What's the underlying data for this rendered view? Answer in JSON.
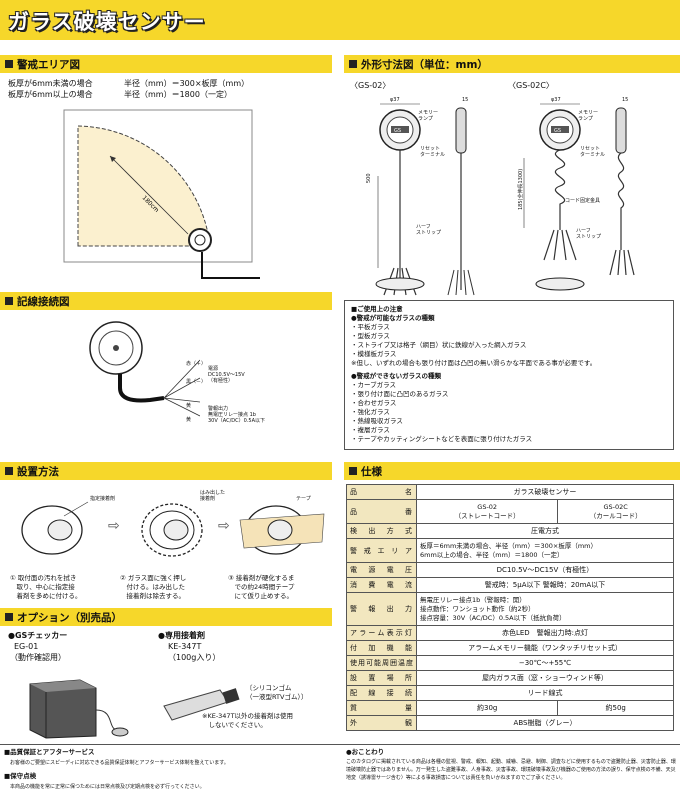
{
  "title": "ガラス破壊センサー",
  "alarm_area": {
    "heading": "警戒エリア図",
    "line1_label": "板厚が6mm未満の場合",
    "line1_value": "半径（mm）＝300×板厚（mm）",
    "line2_label": "板厚が6mm以上の場合",
    "line2_value": "半径（mm）＝1800（一定）",
    "radius_label": "180cm"
  },
  "dimensions": {
    "heading": "外形寸法図（単位：mm）",
    "left_model": "〈GS-02〉",
    "right_model": "〈GS-02C〉",
    "phi": "φ37",
    "depth": "15",
    "memory_lamp": "メモリー\nランプ",
    "reset_terminal": "リセット\nターミナル",
    "cord_len": "500",
    "cord_len_c": "185(全伸長1300)",
    "cord_fix": "コード固定金具",
    "half_strip": "ハーフ\nストリップ",
    "logo": "GS"
  },
  "wiring": {
    "heading": "記線接続図",
    "t1": "赤（＋）",
    "t2": "黒（－）",
    "t3": "黄",
    "t4": "黄",
    "power": "電源\nDC10.5V～15V\n（有極性）",
    "output": "警報出力\n無電圧リレー接点 1b\n30V（AC/DC）0.5A以下"
  },
  "usage": {
    "title": "■ご使用上の注意",
    "ok_head": "●警戒が可能なガラスの種類",
    "ok_items": [
      "・平板ガラス",
      "・型板ガラス",
      "・ストライプ又は格子（網目）状に鉄線が入った網入ガラス",
      "・模様板ガラス"
    ],
    "ok_note": "※但し、いずれの場合も張り付け面は凸凹の無い滑らかな平面である事が必要です。",
    "ng_head": "●警戒ができないガラスの種類",
    "ng_items": [
      "・カーブガラス",
      "・張り付け面に凸凹のあるガラス",
      "・合わせガラス",
      "・強化ガラス",
      "・熱線吸収ガラス",
      "・複層ガラス",
      "・テープやカッティングシートなどを表面に張り付けたガラス"
    ]
  },
  "install": {
    "heading": "設置方法",
    "lbl_adhesive": "指定接着剤",
    "lbl_overflow": "はみ出した\n接着剤",
    "lbl_tape": "テープ",
    "step1": "① 取付面の汚れを拭き\n　取り、中心に指定接\n　着剤を多めに付ける。",
    "step2": "② ガラス面に強く押し\n　付ける。はみ出した\n　接着剤は除去する。",
    "step3": "③ 接着剤が硬化するま\n　での約24時間テープ\n　にて仮り止めする。"
  },
  "options": {
    "heading": "オプション（別売品）",
    "checker_title": "●GSチェッカー",
    "checker_model": "EG-01",
    "checker_note": "（動作確認用）",
    "glue_title": "●専用接着剤",
    "glue_model": "KE-347T",
    "glue_note": "（100g入り）",
    "glue_tag": "〔シリコンゴム\n（一液型RTVゴム）〕",
    "glue_warn": "※KE-347T以外の接着剤は使用\n　しないでください。"
  },
  "spec": {
    "heading": "仕様",
    "rows": [
      {
        "h": "品　名",
        "v": "ガラス破壊センサー"
      },
      {
        "h": "品　番",
        "a": "GS-02\n（ストレートコード）",
        "b": "GS-02C\n（カールコード）"
      },
      {
        "h": "検出方式",
        "v": "圧電方式"
      },
      {
        "h": "警戒エリア",
        "v": "板厚＝6mm未満の場合、半径（mm）＝300×板厚（mm）\n6mm以上の場合、半径（mm）＝1800（一定）"
      },
      {
        "h": "電源電圧",
        "v": "DC10.5V～DC15V（有極性）"
      },
      {
        "h": "消費電流",
        "v": "警戒時：5μA以下  警報時：20mA以下"
      },
      {
        "h": "警報出力",
        "v": "無電圧リレー接点1b（警報時：開）\n接点動作：ワンショット動作（約2秒）\n接点容量：30V（AC/DC）0.5A以下（抵抗負荷）"
      },
      {
        "h": "アラーム表示灯",
        "v": "赤色LED　警報出力時:点灯"
      },
      {
        "h": "付加機能",
        "v": "アラームメモリー機能（ワンタッチリセット式）"
      },
      {
        "h": "使用可能周囲温度",
        "v": "−30℃～+55℃"
      },
      {
        "h": "設置場所",
        "v": "屋内ガラス面（窓・ショーウィンド等）"
      },
      {
        "h": "配線接続",
        "v": "リード線式"
      },
      {
        "h": "質量",
        "a": "約30g",
        "b": "約50g"
      },
      {
        "h": "外観",
        "v": "ABS樹脂（グレー）"
      }
    ]
  },
  "footer": {
    "warranty_head": "■品質保証とアフターサービス",
    "warranty_text": "お客様のご要望にスピーディに対応できる品質保証体制とアフターサービス体制を整えています。",
    "maint_head": "■保守点検",
    "maint_text": "本商品の機能を常に正常に保つためには日常点検及び定期点検を必ず行ってください。",
    "notice_head": "●おことわり",
    "notice_text": "このカタログに掲載されている商品は各種の監視、警戒、報知、起動、威嚇、忌避、制御、調査などに使用するもので盗難防止器、災害防止器、環境破壊防止器ではありません。万一発生した盗難事故、人身事故、災害事故、環境破壊事故及び機器のご使用の方法の誤り、保守点検の不備、天災地変（誘導雷サージ含む）等による事故損害については責任を負いかねますのでご了承ください。"
  },
  "colors": {
    "accent": "#f6d72a",
    "area_fill": "#fbf0cf",
    "spec_head": "#f2e7bf"
  }
}
